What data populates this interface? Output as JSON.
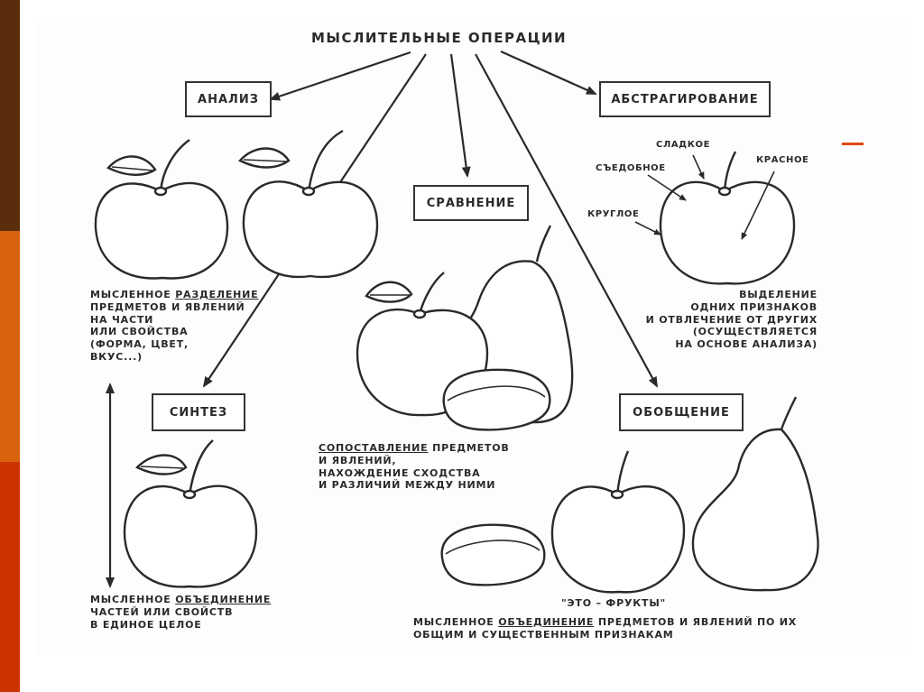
{
  "colors": {
    "strip_top": "#5a2d0c",
    "strip_middle": "#d9620f",
    "strip_bottom": "#cc3300",
    "accent_dash": "#e04a10",
    "ink": "#2a2a2a"
  },
  "title": "МЫСЛИТЕЛЬНЫЕ ОПЕРАЦИИ",
  "boxes": {
    "analysis": "АНАЛИЗ",
    "abstraction": "АБСТРАГИРОВАНИЕ",
    "comparison": "СРАВНЕНИЕ",
    "synthesis": "СИНТЕЗ",
    "generalization": "ОБОБЩЕНИЕ"
  },
  "analysis_caption": {
    "line1_prefix": "МЫСЛЕННОЕ",
    "line1_term": "РАЗДЕЛЕНИЕ",
    "line2": "ПРЕДМЕТОВ И ЯВЛЕНИЙ",
    "line3": "НА ЧАСТИ",
    "line4": "ИЛИ СВОЙСТВА",
    "line5": "(ФОРМА, ЦВЕТ,",
    "line6": "ВКУС...)"
  },
  "synthesis_caption": {
    "line1_prefix": "МЫСЛЕННОЕ",
    "line1_term": "ОБЪЕДИНЕНИЕ",
    "line2": "ЧАСТЕЙ ИЛИ СВОЙСТВ",
    "line3": "В ЕДИНОЕ ЦЕЛОЕ"
  },
  "comparison_caption": {
    "line1_term": "СОПОСТАВЛЕНИЕ",
    "line1_rest": "ПРЕДМЕТОВ",
    "line2": "И ЯВЛЕНИЙ,",
    "line3": "НАХОЖДЕНИЕ СХОДСТВА",
    "line4": "И РАЗЛИЧИЙ МЕЖДУ НИМИ"
  },
  "abstraction_properties": {
    "sweet": "СЛАДКОЕ",
    "edible": "СЪЕДОБНОЕ",
    "red": "КРАСНОЕ",
    "round": "КРУГЛОЕ"
  },
  "abstraction_caption": {
    "line1": "ВЫДЕЛЕНИЕ",
    "line2": "ОДНИХ ПРИЗНАКОВ",
    "line3": "И ОТВЛЕЧЕНИЕ ОТ ДРУГИХ",
    "line4": "(ОСУЩЕСТВЛЯЕТСЯ",
    "line5": "НА ОСНОВЕ АНАЛИЗА)"
  },
  "generalization_quote": "\"ЭТО – ФРУКТЫ\"",
  "generalization_caption": {
    "line1_prefix": "МЫСЛЕННОЕ",
    "line1_term": "ОБЪЕДИНЕНИЕ",
    "line1_rest": "ПРЕДМЕТОВ И ЯВЛЕНИЙ ПО ИХ",
    "line2": "ОБЩИМ И СУЩЕСТВЕННЫМ ПРИЗНАКАМ"
  }
}
